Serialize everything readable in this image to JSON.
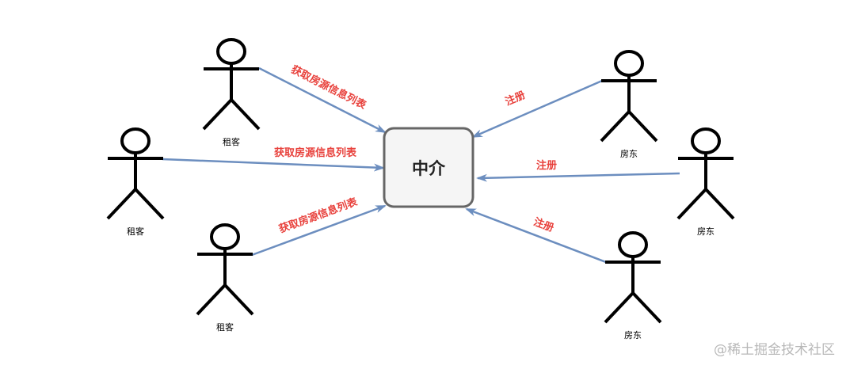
{
  "center": {
    "label": "中介"
  },
  "tenants": [
    {
      "label": "租客"
    },
    {
      "label": "租客"
    },
    {
      "label": "租客"
    }
  ],
  "landlords": [
    {
      "label": "房东"
    },
    {
      "label": "房东"
    },
    {
      "label": "房东"
    }
  ],
  "edges": {
    "tenant_label": "获取房源信息列表",
    "landlord_label": "注册"
  },
  "watermark": "@稀土掘金技术社区",
  "colors": {
    "arrow": "#6c8ebf",
    "edge_text": "#e8413c",
    "center_fill": "#f5f5f5",
    "center_stroke": "#666666"
  }
}
